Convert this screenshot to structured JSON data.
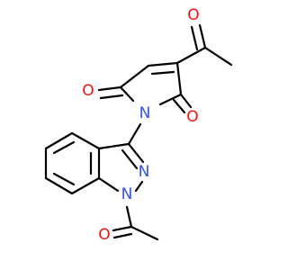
{
  "colors": {
    "bond": "#000000",
    "oxygen": "#ff0d0d",
    "nitrogen": "#3050f8",
    "background": "#ffffff"
  },
  "atoms": {
    "ring_oxygen_left": "O",
    "ring_oxygen_right": "O",
    "acetyl_oxygen_top": "O",
    "acetyl_oxygen_bottom": "O",
    "imide_nitrogen": "N",
    "indazole_n2": "N",
    "indazole_n1": "N"
  }
}
